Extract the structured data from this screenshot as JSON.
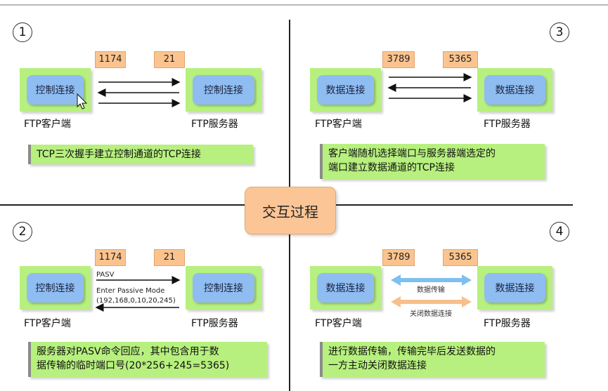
{
  "center_title": "交互过程",
  "panels": [
    {
      "number": "1",
      "client_port": "1174",
      "server_port": "21",
      "client_node": "控制连接",
      "server_node": "控制连接",
      "client_label": "FTP客户端",
      "server_label": "FTP服务器",
      "description": "TCP三次握手建立控制通道的TCP连接"
    },
    {
      "number": "3",
      "client_port": "3789",
      "server_port": "5365",
      "client_node": "数据连接",
      "server_node": "数据连接",
      "client_label": "FTP客户端",
      "server_label": "FTP服务器",
      "description_line1": "客户端随机选择端口与服务器端选定的",
      "description_line2": "端口建立数据通道的TCP连接"
    },
    {
      "number": "2",
      "client_port": "1174",
      "server_port": "21",
      "client_node": "控制连接",
      "server_node": "控制连接",
      "client_label": "FTP客户端",
      "server_label": "FTP服务器",
      "msg_top": "PASV",
      "msg_bottom_line1": "Enter Passive Mode",
      "msg_bottom_line2": "(192,168,0,10,20,245)",
      "description_line1": "服务器对PASV命令回应，其中包含用于数",
      "description_line2": "据传输的临时端口号(20*256+245=5365)"
    },
    {
      "number": "4",
      "client_port": "3789",
      "server_port": "5365",
      "client_node": "数据连接",
      "server_node": "数据连接",
      "client_label": "FTP客户端",
      "server_label": "FTP服务器",
      "arrow_top_label": "数据传输",
      "arrow_bottom_label": "关闭数据连接",
      "description_line1": "进行数据传输，传输完毕后发送数据的",
      "description_line2": "一方主动关闭数据连接"
    }
  ],
  "colors": {
    "node_outer": "#b7f07e",
    "node_inner": "#8fbdf2",
    "port_box": "#fbc48f",
    "arrow_blue": "#7fbff0",
    "arrow_orange": "#f7c08b"
  }
}
